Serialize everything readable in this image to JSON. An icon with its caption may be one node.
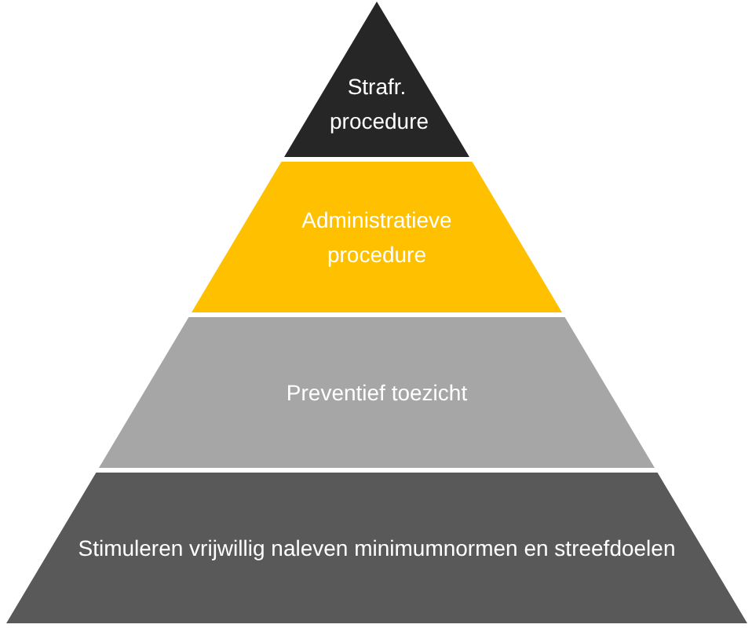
{
  "diagram": {
    "nodes": [
      {
        "text": [
          "Strafr. procedure"
        ]
      },
      {
        "text": [
          "Administratieve procedure"
        ]
      },
      {
        "text": [
          "Preventief toezicht"
        ]
      },
      {
        "text": [
          "Stimuleren vrijwillig naleven minimumnormen en streefdoelen"
        ]
      }
    ]
  }
}
